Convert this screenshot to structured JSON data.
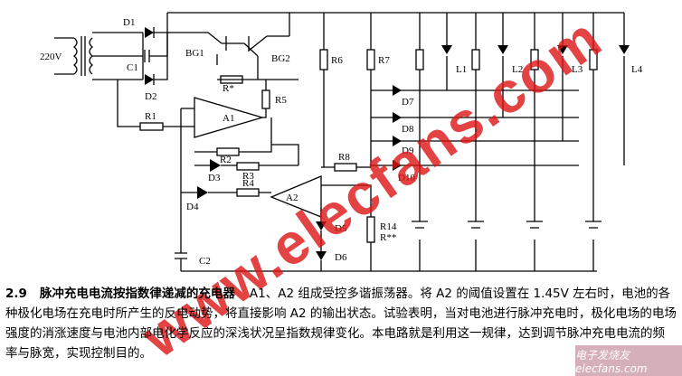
{
  "diagram": {
    "labels": {
      "v220": "220V",
      "d1": "D1",
      "c1": "C1",
      "d2": "D2",
      "bg1": "BG1",
      "bg2": "BG2",
      "rstar": "R*",
      "r5": "R5",
      "r6": "R6",
      "r7": "R7",
      "a1": "A1",
      "r1": "R1",
      "r2": "R2",
      "d3": "D3",
      "r3": "R3",
      "r4": "R4",
      "d4": "D4",
      "a2": "A2",
      "r8": "R8",
      "d5": "D5",
      "d6": "D6",
      "r14": "R14",
      "rstar2": "R**",
      "c2": "C2",
      "d7": "D7",
      "d8": "D8",
      "d9": "D9",
      "d10": "D10",
      "l1": "L1",
      "l2": "L2",
      "l3": "L3",
      "l4": "L4"
    }
  },
  "caption": {
    "number": "2.9",
    "title": "脉冲充电电流按指数律递减的充电器",
    "body": "A1、A2 组成受控多谐振荡器。将 A2 的阈值设置在 1.45V 左右时，电池的各种极化电场在充电时所产生的反电动势，将直接影响 A2 的输出状态。试验表明，当对电池进行脉冲充电时，极化电场的电场强度的消涨速度与电池内部电化学反应的深浅状况呈指数规律变化。本电路就是利用这一规律，达到调节脉冲充电电流的频率与脉宽，实现控制目的。"
  },
  "watermark": "www.elecfans.com",
  "logo": "电子发烧友 elecfans.com"
}
